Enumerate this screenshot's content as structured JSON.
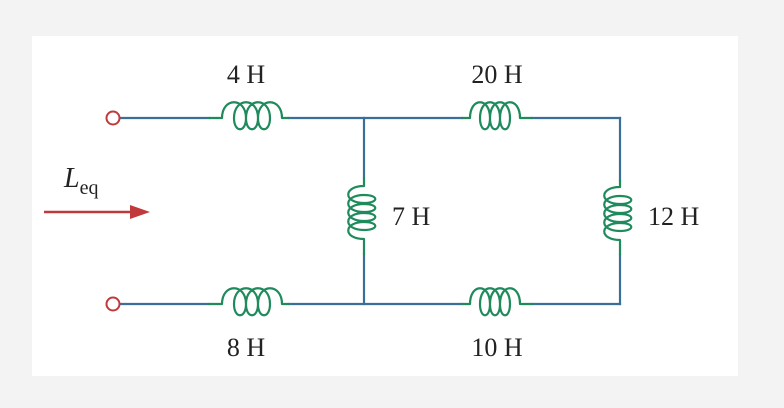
{
  "circuit": {
    "inductors": {
      "top_left": "4 H",
      "top_right": "20 H",
      "middle": "7 H",
      "right": "12 H",
      "bottom_left": "8 H",
      "bottom_right": "10 H"
    },
    "equivalent_label": {
      "symbol": "L",
      "subscript": "eq"
    }
  },
  "colors": {
    "wire": "#3b6f9a",
    "inductor": "#1f8a5c",
    "terminal_and_arrow": "#c0393b",
    "text": "#222222",
    "panel": "#ffffff",
    "background": "#f3f3f3"
  }
}
